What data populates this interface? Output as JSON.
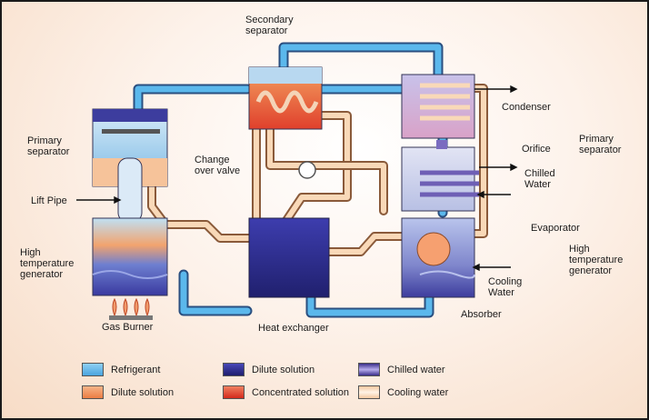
{
  "labels": {
    "secondary_separator": "Secondary\nseparator",
    "primary_separator_left": "Primary\nseparator",
    "lift_pipe": "Lift Pipe",
    "high_temp_generator_left": "High\ntemperature\ngenerator",
    "gas_burner": "Gas Burner",
    "change_over_valve": "Change\nover valve",
    "heat_exchanger": "Heat exchanger",
    "condenser": "Condenser",
    "orifice": "Orifice",
    "chilled_water": "Chilled\nWater",
    "evaporator": "Evaporator",
    "cooling_water": "Cooling\nWater",
    "absorber": "Absorber",
    "primary_separator_right": "Primary\nseparator",
    "high_temp_generator_right": "High\ntemperature\ngenerator"
  },
  "legend": [
    {
      "label": "Refrigerant",
      "color": "#5bb8ec"
    },
    {
      "label": "Dilute solution",
      "color": "#f0925a"
    },
    {
      "label": "Dilute solution",
      "color": "#2a2a8c"
    },
    {
      "label": "Concentrated solution",
      "color": "#e8442e"
    },
    {
      "label": "Chilled water",
      "color": "#6e5fb5"
    },
    {
      "label": "Cooling water",
      "color": "#f9d9b8"
    }
  ]
}
